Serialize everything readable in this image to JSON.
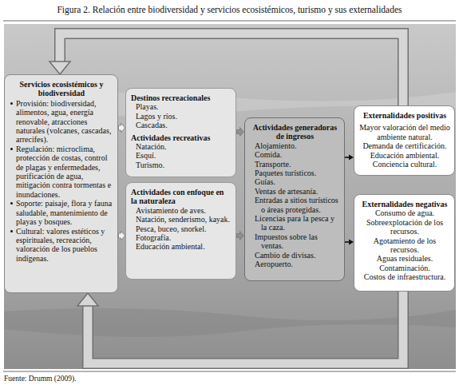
{
  "diagram": {
    "title": "Figura 2. Relación entre biodiversidad y servicios ecosistémicos, turismo y sus externalidades",
    "caption": "Fuente: Drumm (2009).",
    "nodes": [
      {
        "text": [
          "Servicios ecosistémicos y biodiversidad",
          "Provisión: biodiversidad, alimentos, agua, energía renovable, atracciones naturales (volcanes, cascadas, arrecifes).",
          "Regulación: microclima, protección de costas, control de plagas y enfermedades, purificación de agua, mitigación contra tormentas e inundaciones.",
          "Soporte: paisaje, flora y fauna saludable, mantenimiento de playas y bosques.",
          "Cultural: valores estéticos y espirituales, recreación, valoración de los pueblos indígenas."
        ]
      },
      {
        "text": [
          "Destinos recreacionales",
          "Playas.",
          "Lagos y ríos.",
          "Cascadas.",
          "Actividades recreativas",
          "Natación.",
          "Esquí.",
          "Turismo."
        ]
      },
      {
        "text": [
          "Actividades con enfoque en la naturaleza",
          "Avistamiento de aves.",
          "Natación, senderismo, kayak.",
          "Pesca, buceo, snorkel.",
          "Fotografía.",
          "Educación ambiental."
        ]
      },
      {
        "text": [
          "Actividades generadoras de ingresos",
          "Alojamiento.",
          "Comida.",
          "Transporte.",
          "Paquetes turísticos.",
          "Guías.",
          "Ventas de artesanía.",
          "Entradas a sitios turísticos o áreas protegidas.",
          "Licencias para la pesca y la caza.",
          "Impuestos sobre las ventas.",
          "Cambio de divisas.",
          "Aeropuerto."
        ]
      },
      {
        "text": [
          "Externalidades positivas",
          "Mayor valoración del medio ambiente natural.",
          "Demanda de certificación.",
          "Educación ambiental.",
          "Conciencia cultural."
        ]
      },
      {
        "text": [
          "Externalidades negativas",
          "Consumo de agua.",
          "Sobreexplotación de los recursos.",
          "Agotamiento de los recursos.",
          "Aguas residuales.",
          "Contaminación.",
          "Costos de infraestructura."
        ]
      }
    ],
    "edges": [
      {
        "from": 0,
        "to": 1,
        "arrow": "to"
      },
      {
        "from": 0,
        "to": 2,
        "arrow": "to"
      },
      {
        "from": 1,
        "to": 3,
        "arrow": "to"
      },
      {
        "from": 2,
        "to": 3,
        "arrow": "to"
      },
      {
        "from": 3,
        "to": 4,
        "arrow": "to"
      },
      {
        "from": 3,
        "to": 5,
        "arrow": "to"
      },
      {
        "from": 4,
        "to": 0,
        "arrow": "to"
      },
      {
        "from": 5,
        "to": 0,
        "arrow": "to"
      }
    ]
  }
}
